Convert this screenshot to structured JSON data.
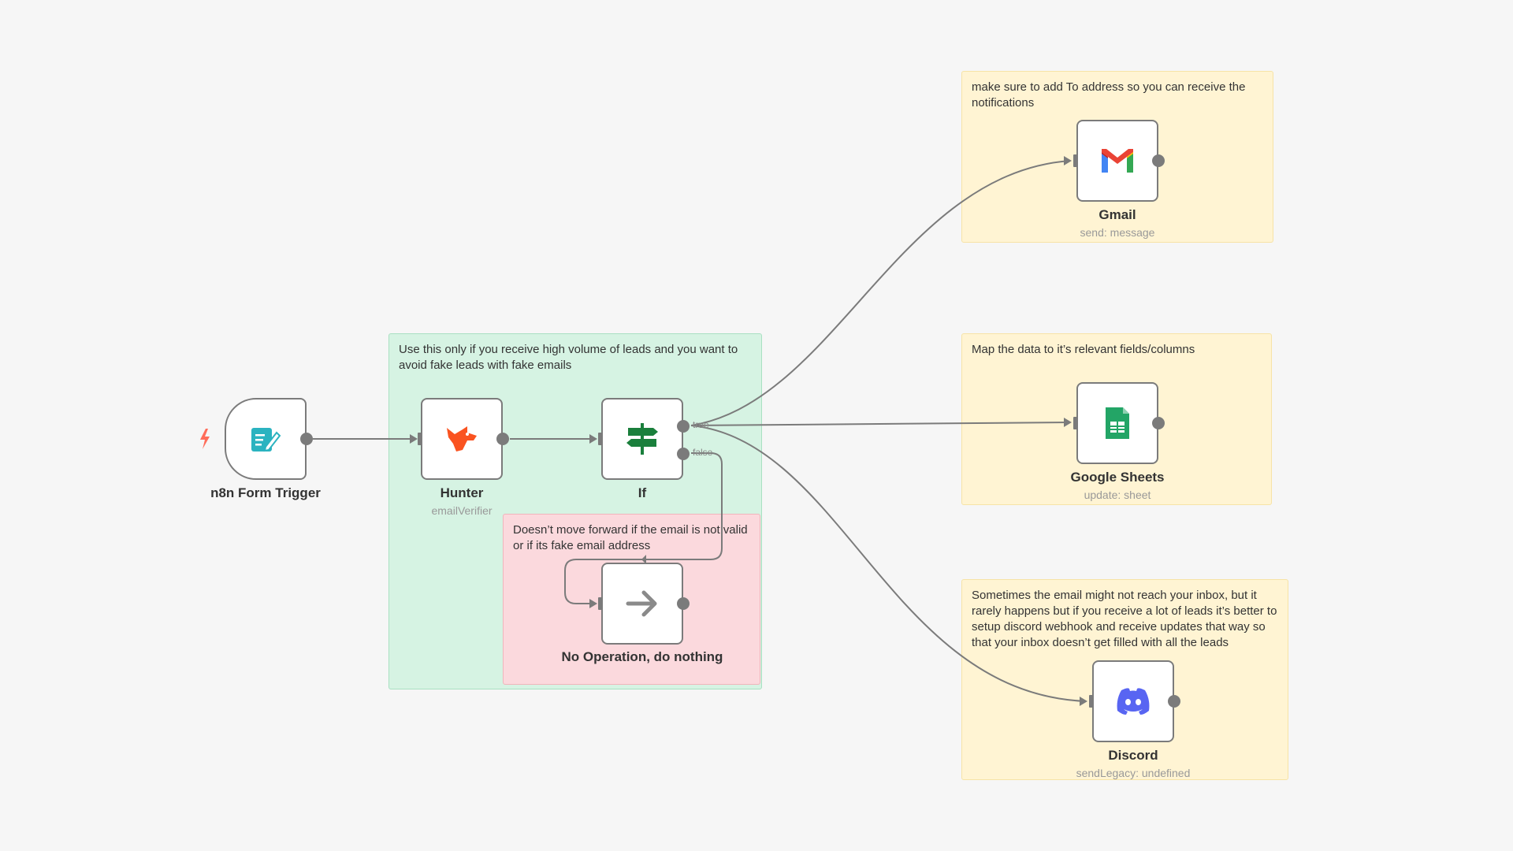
{
  "stickies": {
    "gmail_note": "make sure to add To address so you can receive the notifications",
    "sheets_note": "Map the data to it’s relevant fields/columns",
    "discord_note": "Sometimes the email might not reach your inbox, but it rarely happens but if you receive a lot of leads it’s better to setup discord webhook and receive updates that way so that your inbox doesn’t get filled with all the leads",
    "hunter_note": "Use this only if you receive high volume of leads and you want to avoid fake leads with fake emails",
    "noop_note": "Doesn’t move forward if the email is not valid or if its fake email address"
  },
  "nodes": {
    "form_trigger": {
      "label": "n8n Form Trigger",
      "icon": "form-icon"
    },
    "hunter": {
      "label": "Hunter",
      "subtitle": "emailVerifier",
      "icon": "hunter-fox-icon"
    },
    "if": {
      "label": "If",
      "icon": "signpost-icon"
    },
    "noop": {
      "label": "No Operation, do nothing",
      "icon": "arrow-right-icon"
    },
    "gmail": {
      "label": "Gmail",
      "subtitle": "send: message",
      "icon": "gmail-icon"
    },
    "sheets": {
      "label": "Google Sheets",
      "subtitle": "update: sheet",
      "icon": "google-sheets-icon"
    },
    "discord": {
      "label": "Discord",
      "subtitle": "sendLegacy: undefined",
      "icon": "discord-icon"
    }
  },
  "branches": {
    "true_label": "true",
    "false_label": "false"
  },
  "colors": {
    "canvas": "#f6f6f6",
    "sticky_yellow": "#fff4d3",
    "sticky_green": "#d6f3e3",
    "sticky_red": "#fbd9dd",
    "edge": "#7b7b7b",
    "trigger_bolt": "#ff6d5a"
  }
}
